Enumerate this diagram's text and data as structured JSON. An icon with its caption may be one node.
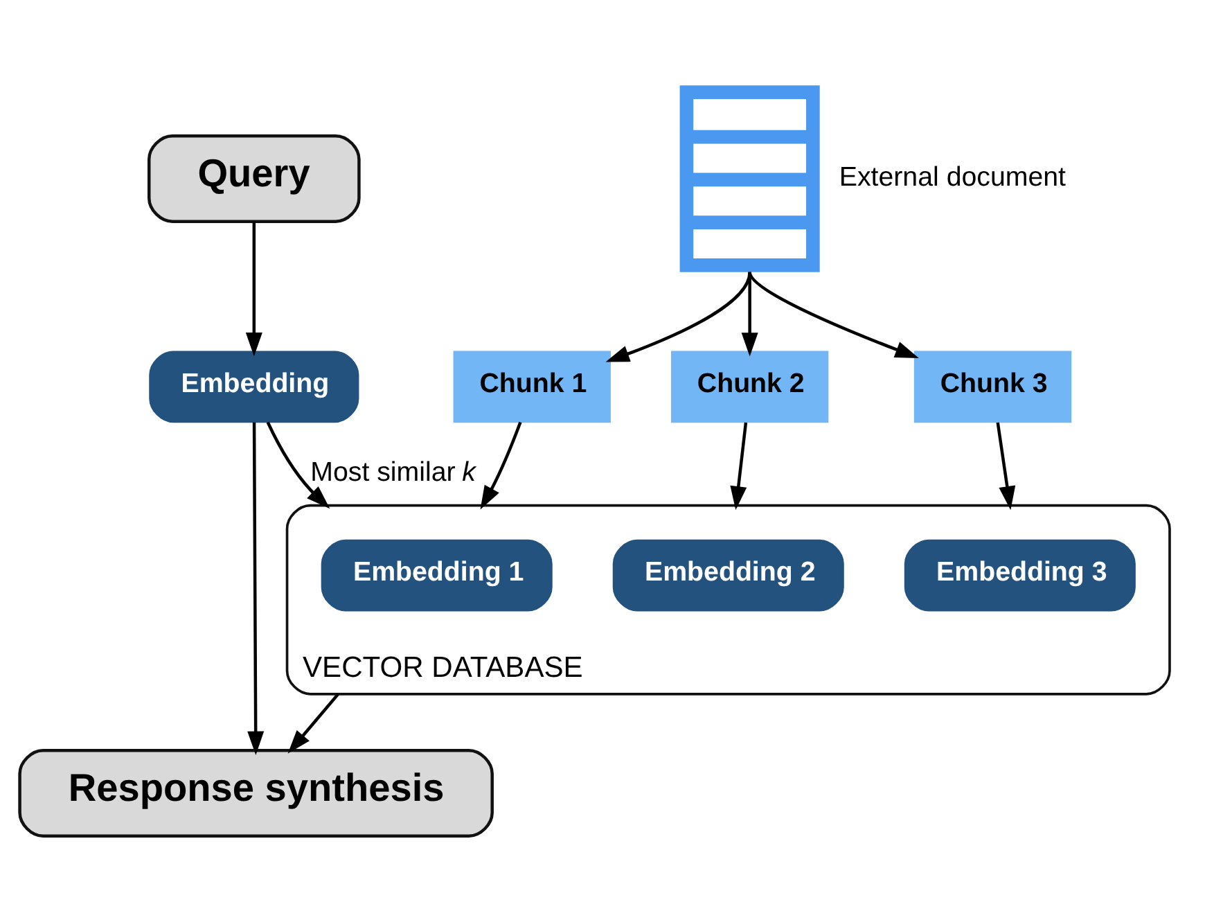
{
  "diagram": {
    "nodes": [
      {
        "text": [
          "Query"
        ]
      },
      {
        "text": [
          "Embedding"
        ]
      },
      {
        "text": [],
        "shape": "picture",
        "beside": [
          "External document"
        ]
      },
      {
        "text": [
          "Chunk 1"
        ]
      },
      {
        "text": [
          "Chunk 2"
        ]
      },
      {
        "text": [
          "Chunk 3"
        ]
      },
      {
        "text": [
          "VECTOR DATABASE"
        ]
      },
      {
        "text": [
          "Embedding 1"
        ],
        "in": 6
      },
      {
        "text": [
          "Embedding 2"
        ],
        "in": 6
      },
      {
        "text": [
          "Embedding 3"
        ],
        "in": 6
      },
      {
        "text": [
          "Response synthesis"
        ]
      }
    ],
    "edges": [
      {
        "from": 0,
        "to": 1,
        "arrow": "to"
      },
      {
        "from": 1,
        "to": 6,
        "arrow": "to",
        "label": "Most similar *k*"
      },
      {
        "from": 1,
        "to": 10,
        "arrow": "to"
      },
      {
        "from": 2,
        "to": 3,
        "arrow": "to"
      },
      {
        "from": 2,
        "to": 4,
        "arrow": "to"
      },
      {
        "from": 2,
        "to": 5,
        "arrow": "to"
      },
      {
        "from": 3,
        "to": 6,
        "arrow": "to"
      },
      {
        "from": 4,
        "to": 6,
        "arrow": "to"
      },
      {
        "from": 5,
        "to": 6,
        "arrow": "to"
      },
      {
        "from": 6,
        "to": 10,
        "arrow": "to"
      }
    ]
  }
}
